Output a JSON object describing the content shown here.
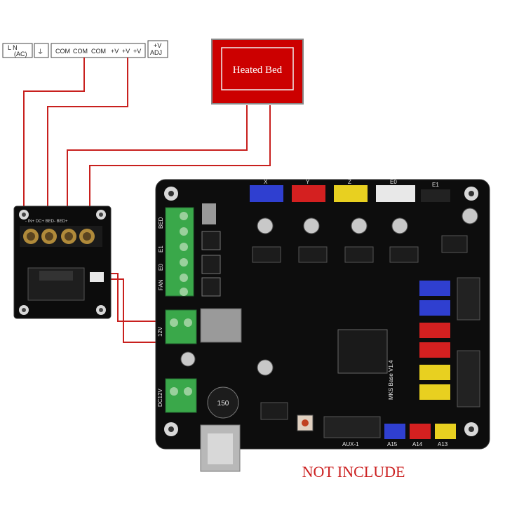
{
  "psu_terminals": {
    "ln_label": "L    N",
    "ln_sub": "(AC)",
    "ground_symbol": "⏚",
    "com_labels": [
      "COM",
      "COM",
      "COM"
    ],
    "v_labels": [
      "+V",
      "+V",
      "+V"
    ],
    "adj_top": "+V",
    "adj_bottom": "ADJ"
  },
  "heated_bed": {
    "label": "Heated Bed",
    "color": "#cc0000"
  },
  "mosfet_module": {
    "terminal_label": "- IN+ DC+ BED- BED+"
  },
  "mainboard": {
    "connector_labels": [
      "X",
      "Y",
      "Z",
      "E0",
      "E1"
    ],
    "connector_colors": [
      "#2f3fd0",
      "#d42020",
      "#e8d020",
      "#e8e8e8",
      "#222222"
    ],
    "side_labels": [
      "BED",
      "E1",
      "E0",
      "FAN"
    ],
    "power_label": "12V",
    "name_label": "MKS Base V1.4",
    "inductor_label": "150",
    "aux_label": "AUX-1",
    "bottom_labels": [
      "A15",
      "A14",
      "A13"
    ],
    "power_in_label": "DC12V"
  },
  "wire_color": "#c8201e",
  "footer": {
    "note": "NOT INCLUDE",
    "color": "#cc2222"
  }
}
